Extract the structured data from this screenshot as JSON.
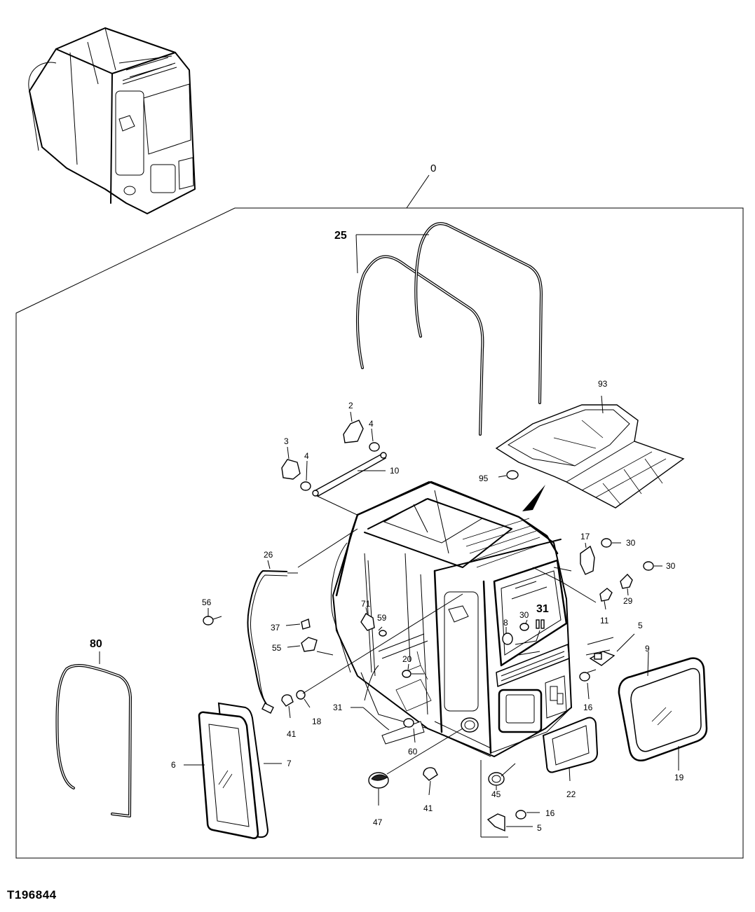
{
  "figure_id": "T196844",
  "callouts": {
    "c0": "0",
    "c2": "2",
    "c3": "3",
    "c4a": "4",
    "c4b": "4",
    "c5a": "5",
    "c5b": "5",
    "c6": "6",
    "c7": "7",
    "c8": "8",
    "c9": "9",
    "c10": "10",
    "c11": "11",
    "c16a": "16",
    "c16b": "16",
    "c17": "17",
    "c18": "18",
    "c19": "19",
    "c20": "20",
    "c22": "22",
    "c25": "25",
    "c26": "26",
    "c29": "29",
    "c30a": "30",
    "c30b": "30",
    "c30c": "30",
    "c31a": "31",
    "c31b": "31",
    "c37": "37",
    "c41a": "41",
    "c41b": "41",
    "c45": "45",
    "c47": "47",
    "c55": "55",
    "c56": "56",
    "c59": "59",
    "c60": "60",
    "c71": "71",
    "c80": "80",
    "c93": "93",
    "c95": "95"
  }
}
